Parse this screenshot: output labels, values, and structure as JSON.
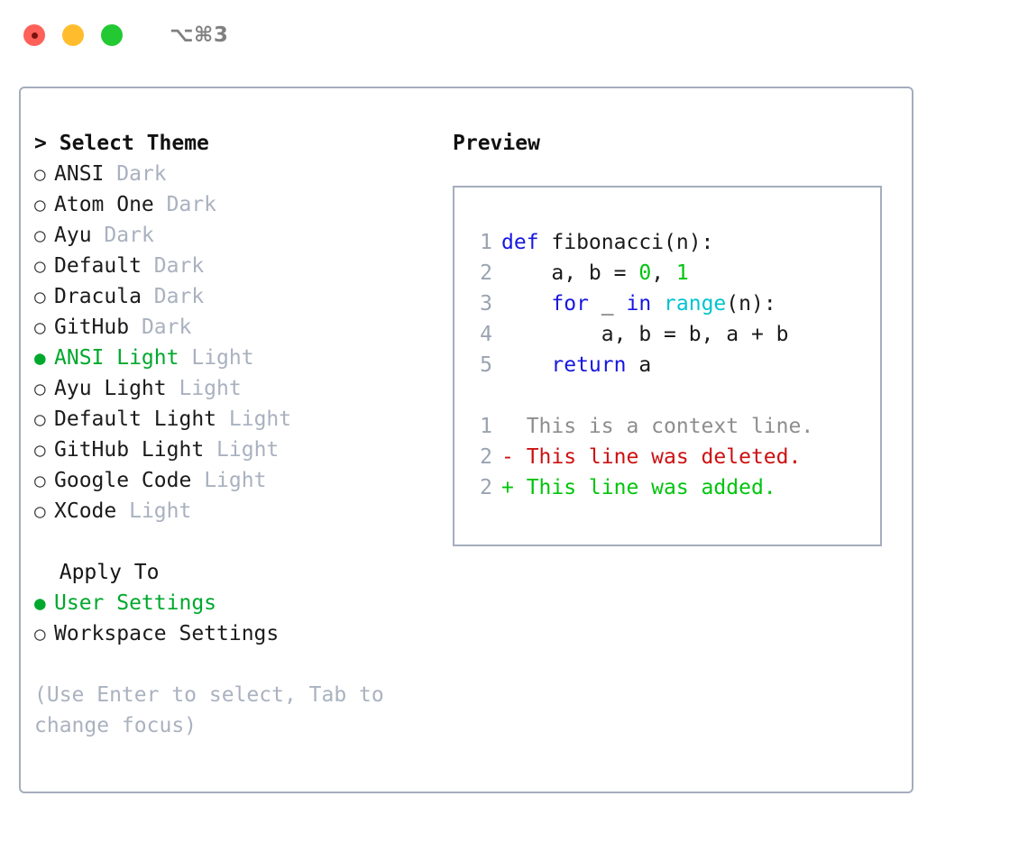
{
  "window": {
    "title": "⌥⌘3",
    "traffic_lights": [
      "close",
      "minimize",
      "maximize"
    ]
  },
  "left_panel": {
    "theme_section": {
      "caret": ">",
      "heading": "Select Theme",
      "focused": true,
      "options": [
        {
          "marker": "○",
          "label": "ANSI",
          "suffix": "Dark",
          "selected": false
        },
        {
          "marker": "○",
          "label": "Atom One",
          "suffix": "Dark",
          "selected": false
        },
        {
          "marker": "○",
          "label": "Ayu",
          "suffix": "Dark",
          "selected": false
        },
        {
          "marker": "○",
          "label": "Default",
          "suffix": "Dark",
          "selected": false
        },
        {
          "marker": "○",
          "label": "Dracula",
          "suffix": "Dark",
          "selected": false
        },
        {
          "marker": "○",
          "label": "GitHub",
          "suffix": "Dark",
          "selected": false
        },
        {
          "marker": "●",
          "label": "ANSI Light",
          "suffix": "Light",
          "selected": true
        },
        {
          "marker": "○",
          "label": "Ayu Light",
          "suffix": "Light",
          "selected": false
        },
        {
          "marker": "○",
          "label": "Default Light",
          "suffix": "Light",
          "selected": false
        },
        {
          "marker": "○",
          "label": "GitHub Light",
          "suffix": "Light",
          "selected": false
        },
        {
          "marker": "○",
          "label": "Google Code",
          "suffix": "Light",
          "selected": false
        },
        {
          "marker": "○",
          "label": "XCode",
          "suffix": "Light",
          "selected": false
        }
      ]
    },
    "apply_section": {
      "caret": " ",
      "heading": "Apply To",
      "focused": false,
      "options": [
        {
          "marker": "●",
          "label": "User Settings",
          "suffix": "",
          "selected": true
        },
        {
          "marker": "○",
          "label": "Workspace Settings",
          "suffix": "",
          "selected": false
        }
      ]
    },
    "hint": "(Use Enter to select, Tab to change focus)"
  },
  "right_panel": {
    "title": "Preview",
    "code_lines": [
      {
        "no": "1",
        "tokens": [
          {
            "t": "def",
            "c": "kw"
          },
          {
            "t": " fibonacci(n):",
            "c": "plain"
          }
        ]
      },
      {
        "no": "2",
        "tokens": [
          {
            "t": "    a, b = ",
            "c": "plain"
          },
          {
            "t": "0",
            "c": "num"
          },
          {
            "t": ", ",
            "c": "plain"
          },
          {
            "t": "1",
            "c": "num"
          }
        ]
      },
      {
        "no": "3",
        "tokens": [
          {
            "t": "    ",
            "c": "plain"
          },
          {
            "t": "for",
            "c": "kw"
          },
          {
            "t": " _ ",
            "c": "plain"
          },
          {
            "t": "in",
            "c": "kw"
          },
          {
            "t": " ",
            "c": "plain"
          },
          {
            "t": "range",
            "c": "fn"
          },
          {
            "t": "(n):",
            "c": "plain"
          }
        ]
      },
      {
        "no": "4",
        "tokens": [
          {
            "t": "        a, b = b, a + b",
            "c": "plain"
          }
        ]
      },
      {
        "no": "5",
        "tokens": [
          {
            "t": "    ",
            "c": "plain"
          },
          {
            "t": "return",
            "c": "kw"
          },
          {
            "t": " a",
            "c": "plain"
          }
        ]
      }
    ],
    "diff_lines": [
      {
        "no": "1",
        "text": "  This is a context line.",
        "kind": "context"
      },
      {
        "no": "2",
        "text": "- This line was deleted.",
        "kind": "del"
      },
      {
        "no": "2",
        "text": "+ This line was added.",
        "kind": "add"
      }
    ]
  },
  "colors": {
    "accent_green": "#00a82d",
    "keyword_blue": "#1717e0",
    "function_cyan": "#00c3cf",
    "number_green": "#00c40d",
    "diff_delete_red": "#cc1111",
    "diff_add_green": "#00c40d",
    "muted_gray": "#a9b1bf",
    "border_gray": "#a5adbd"
  }
}
